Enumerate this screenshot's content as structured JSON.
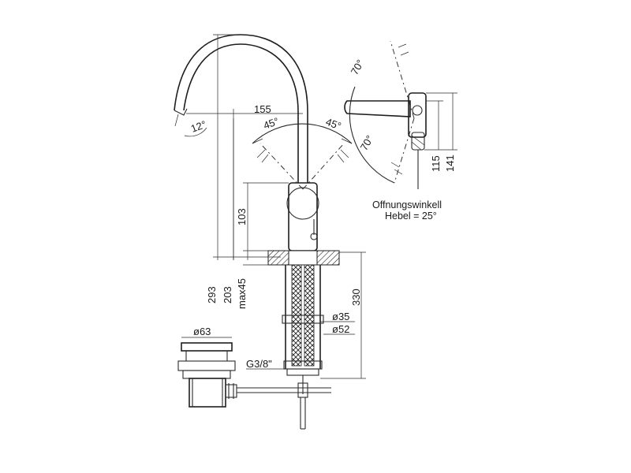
{
  "dimensions": {
    "spout_angle": "12°",
    "spout_reach": "155",
    "lever_angle_left": "45°",
    "lever_angle_right": "45°",
    "height_total": "293",
    "height_spout": "203",
    "deck_max": "max45",
    "lever_height": "103",
    "hose_length": "330",
    "hole_diameter": "ø35",
    "flange_diameter": "ø52",
    "thread": "G3/8\"",
    "waste_diameter": "ø63",
    "swing_angle_top": "70°",
    "swing_angle_bottom": "70°",
    "side_height_1": "115",
    "side_height_2": "141"
  },
  "notes": {
    "opening_angle_line1": "Offnungswinkell",
    "opening_angle_line2": "Hebel = 25°"
  }
}
